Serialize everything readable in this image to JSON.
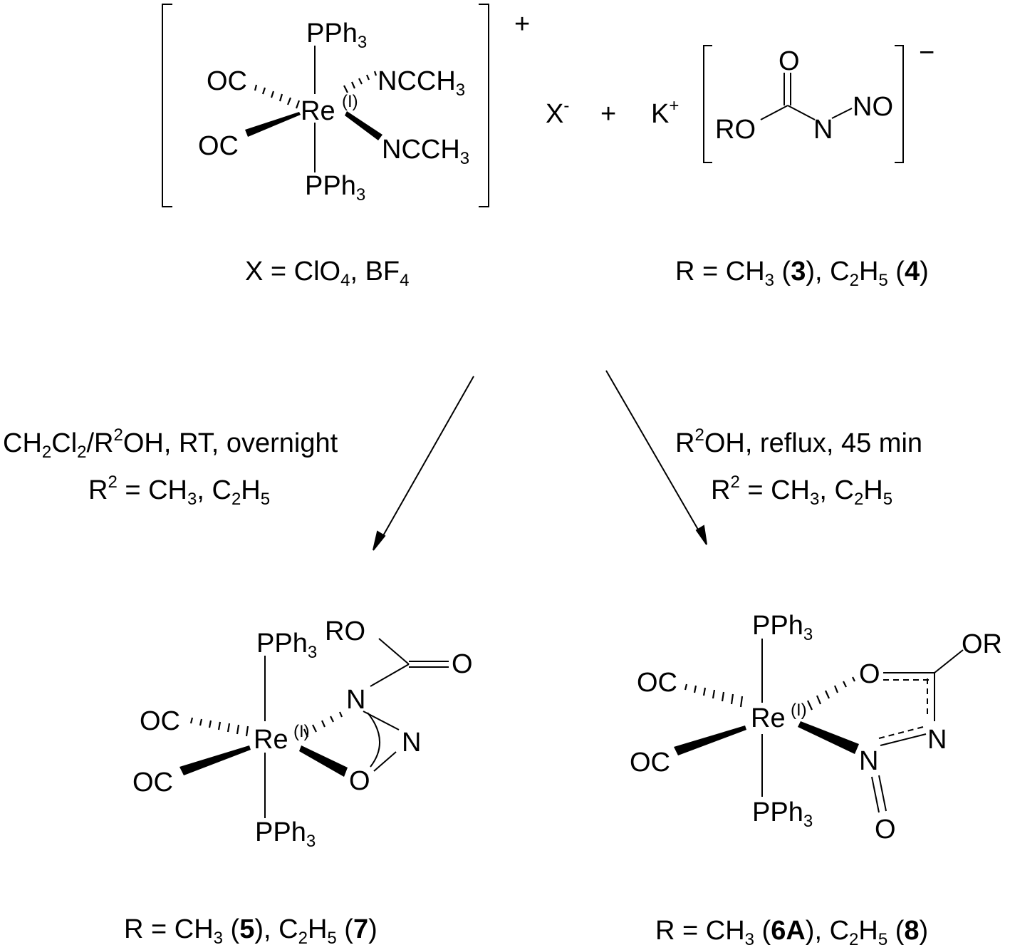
{
  "reactants": {
    "re_complex": {
      "metal": "Re",
      "ox_state": "(I)",
      "ligand_pph3": "PPh",
      "ligand_pph3_sub": "3",
      "ligand_oc": "OC",
      "ligand_ncch3": "NCCH",
      "ligand_ncch3_sub": "3",
      "charge": "+"
    },
    "counter_anion": {
      "x": "X",
      "charge": "-"
    },
    "plus": "+",
    "potassium": {
      "k": "K",
      "charge": "+"
    },
    "anion": {
      "o": "O",
      "ro": "RO",
      "n": "N",
      "no": "NO",
      "charge": "−"
    },
    "caption_left": {
      "text": "X = ClO",
      "sub1": "4",
      "mid": ", BF",
      "sub2": "4"
    },
    "caption_right": {
      "p1": "R = CH",
      "s1": "3",
      "p2": " (",
      "b1": "3",
      "p3": "), C",
      "s2": "2",
      "p4": "H",
      "s3": "5",
      "p5": " (",
      "b2": "4",
      "p6": ")"
    }
  },
  "conditions": {
    "left": {
      "l1_a": "CH",
      "l1_s1": "2",
      "l1_b": "Cl",
      "l1_s2": "2",
      "l1_c": "/R",
      "l1_sup": "2",
      "l1_d": "OH, RT, overnight",
      "l2_a": "R",
      "l2_sup": "2",
      "l2_b": " = CH",
      "l2_s1": "3",
      "l2_c": ", C",
      "l2_s2": "2",
      "l2_d": "H",
      "l2_s3": "5"
    },
    "right": {
      "l1_a": "R",
      "l1_sup": "2",
      "l1_b": "OH, reflux, 45 min",
      "l2_a": "R",
      "l2_sup": "2",
      "l2_b": " = CH",
      "l2_s1": "3",
      "l2_c": ", C",
      "l2_s2": "2",
      "l2_d": "H",
      "l2_s3": "5"
    }
  },
  "products": {
    "left": {
      "metal": "Re",
      "ox_state": "(I)",
      "pph": "PPh",
      "pph_sub": "3",
      "oc": "OC",
      "ro": "RO",
      "o": "O",
      "n": "N",
      "caption": {
        "p1": "R = CH",
        "s1": "3",
        "p2": " (",
        "b1": "5",
        "p3": "), C",
        "s2": "2",
        "p4": "H",
        "s3": "5",
        "p5": " (",
        "b2": "7",
        "p6": ")"
      }
    },
    "right": {
      "metal": "Re",
      "ox_state": "(I)",
      "pph": "PPh",
      "pph_sub": "3",
      "oc": "OC",
      "or": "OR",
      "o": "O",
      "n": "N",
      "caption": {
        "p1": "R = CH",
        "s1": "3",
        "p2": " (",
        "b1": "6A",
        "p3": "), C",
        "s2": "2",
        "p4": "H",
        "s3": "5",
        "p5": " (",
        "b2": "8",
        "p6": ")"
      }
    }
  }
}
